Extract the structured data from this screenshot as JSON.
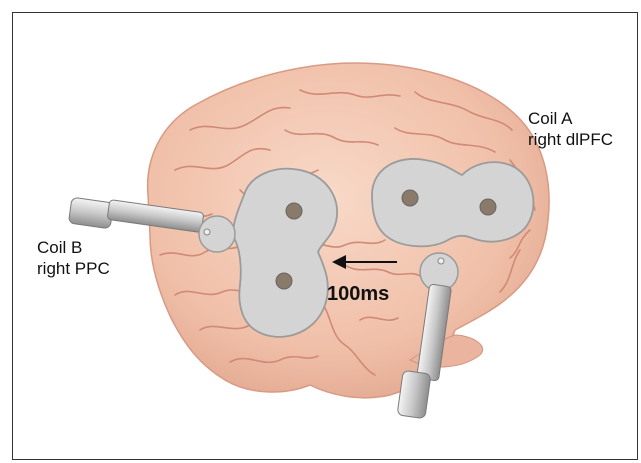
{
  "coil_a": {
    "name": "Coil A",
    "target": "right dlPFC"
  },
  "coil_b": {
    "name": "Coil B",
    "target": "right PPC"
  },
  "arrow": {
    "label": "100ms"
  },
  "colors": {
    "brain": "#f3c7b2",
    "brain_sulci": "#d89883",
    "coil": "#d4d4d4",
    "coil_edge": "#9b9b9b",
    "hole": "#8a7a6a",
    "frame": "#333333"
  },
  "icons": [
    "brain-illustration",
    "figure-eight-coil-icon",
    "coil-handle-icon",
    "arrow-left-icon"
  ]
}
